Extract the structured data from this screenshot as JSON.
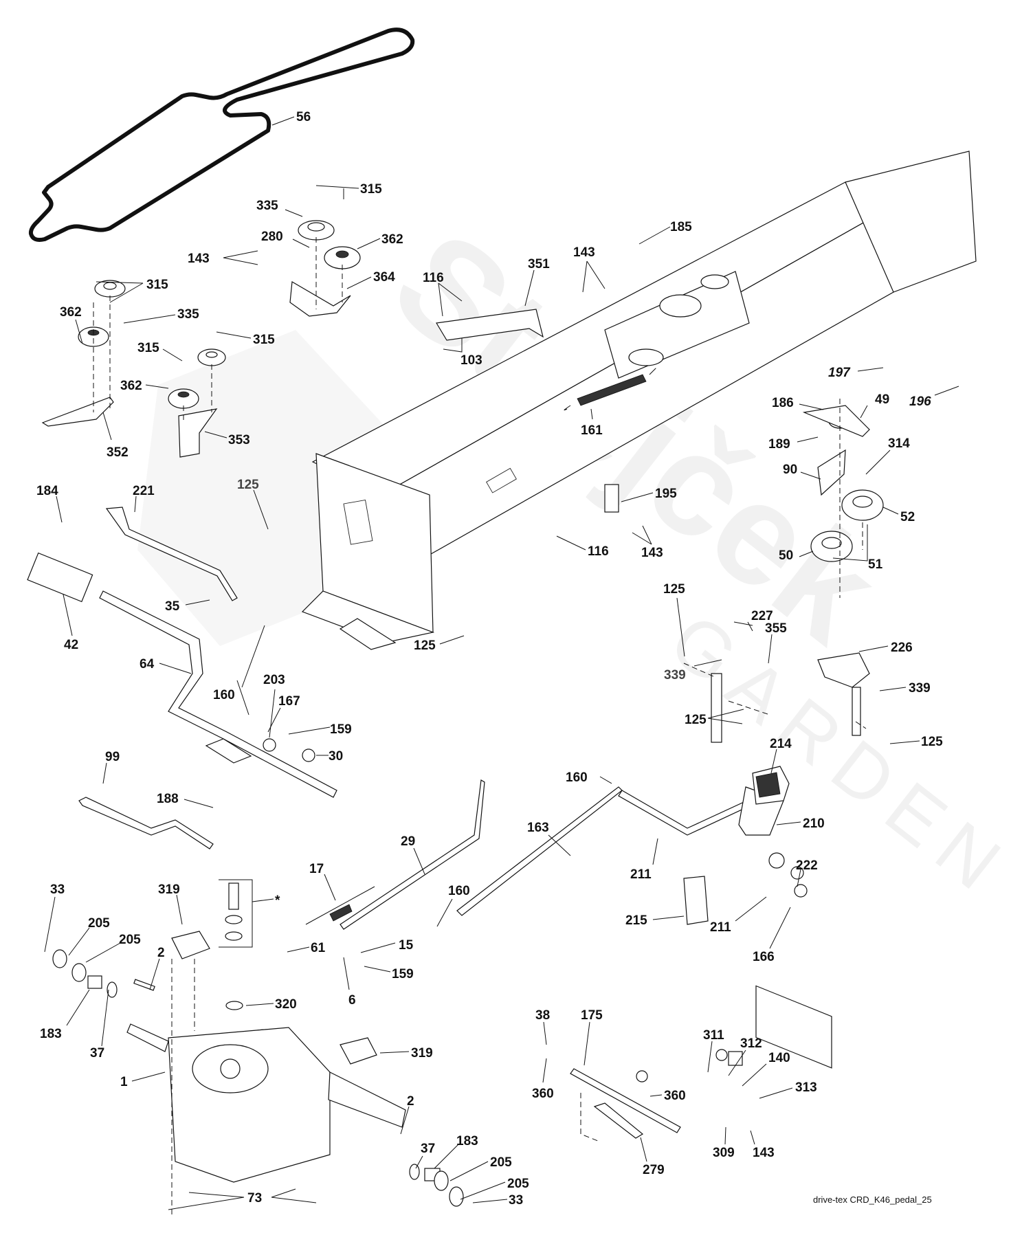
{
  "diagram": {
    "title": "drive-tex CRD_K46_pedal_25",
    "watermark": {
      "brand": "Strejček",
      "sub": "GARDEN"
    },
    "kit_marker": "*",
    "labels": [
      {
        "id": "56",
        "text": "56"
      },
      {
        "id": "315a",
        "text": "315"
      },
      {
        "id": "335a",
        "text": "335"
      },
      {
        "id": "280",
        "text": "280"
      },
      {
        "id": "362a",
        "text": "362"
      },
      {
        "id": "143a",
        "text": "143"
      },
      {
        "id": "364",
        "text": "364"
      },
      {
        "id": "315b",
        "text": "315"
      },
      {
        "id": "362b",
        "text": "362"
      },
      {
        "id": "335b",
        "text": "335"
      },
      {
        "id": "315c",
        "text": "315"
      },
      {
        "id": "315d",
        "text": "315"
      },
      {
        "id": "362c",
        "text": "362"
      },
      {
        "id": "352",
        "text": "352"
      },
      {
        "id": "353",
        "text": "353"
      },
      {
        "id": "116a",
        "text": "116"
      },
      {
        "id": "351",
        "text": "351"
      },
      {
        "id": "103",
        "text": "103"
      },
      {
        "id": "143b",
        "text": "143"
      },
      {
        "id": "185",
        "text": "185"
      },
      {
        "id": "161",
        "text": "161"
      },
      {
        "id": "197",
        "text": "197"
      },
      {
        "id": "196",
        "text": "196"
      },
      {
        "id": "186",
        "text": "186"
      },
      {
        "id": "49",
        "text": "49"
      },
      {
        "id": "189",
        "text": "189"
      },
      {
        "id": "314",
        "text": "314"
      },
      {
        "id": "90",
        "text": "90"
      },
      {
        "id": "52",
        "text": "52"
      },
      {
        "id": "50",
        "text": "50"
      },
      {
        "id": "51",
        "text": "51"
      },
      {
        "id": "195",
        "text": "195"
      },
      {
        "id": "143c",
        "text": "143"
      },
      {
        "id": "116b",
        "text": "116"
      },
      {
        "id": "184",
        "text": "184"
      },
      {
        "id": "221",
        "text": "221"
      },
      {
        "id": "125a",
        "text": "125"
      },
      {
        "id": "42",
        "text": "42"
      },
      {
        "id": "35",
        "text": "35"
      },
      {
        "id": "125b",
        "text": "125"
      },
      {
        "id": "64",
        "text": "64"
      },
      {
        "id": "160a",
        "text": "160"
      },
      {
        "id": "203",
        "text": "203"
      },
      {
        "id": "167",
        "text": "167"
      },
      {
        "id": "159a",
        "text": "159"
      },
      {
        "id": "30",
        "text": "30"
      },
      {
        "id": "99",
        "text": "99"
      },
      {
        "id": "188",
        "text": "188"
      },
      {
        "id": "125c",
        "text": "125"
      },
      {
        "id": "227",
        "text": "227"
      },
      {
        "id": "355",
        "text": "355"
      },
      {
        "id": "226",
        "text": "226"
      },
      {
        "id": "339a",
        "text": "339"
      },
      {
        "id": "339b",
        "text": "339"
      },
      {
        "id": "125d",
        "text": "125"
      },
      {
        "id": "125e",
        "text": "125"
      },
      {
        "id": "214",
        "text": "214"
      },
      {
        "id": "160b",
        "text": "160"
      },
      {
        "id": "210",
        "text": "210"
      },
      {
        "id": "211a",
        "text": "211"
      },
      {
        "id": "222",
        "text": "222"
      },
      {
        "id": "215",
        "text": "215"
      },
      {
        "id": "211b",
        "text": "211"
      },
      {
        "id": "166",
        "text": "166"
      },
      {
        "id": "163",
        "text": "163"
      },
      {
        "id": "29",
        "text": "29"
      },
      {
        "id": "17",
        "text": "17"
      },
      {
        "id": "160c",
        "text": "160"
      },
      {
        "id": "15",
        "text": "15"
      },
      {
        "id": "159b",
        "text": "159"
      },
      {
        "id": "6",
        "text": "6"
      },
      {
        "id": "33a",
        "text": "33"
      },
      {
        "id": "205a",
        "text": "205"
      },
      {
        "id": "205b",
        "text": "205"
      },
      {
        "id": "319a",
        "text": "319"
      },
      {
        "id": "2a",
        "text": "2"
      },
      {
        "id": "61",
        "text": "61"
      },
      {
        "id": "320",
        "text": "320"
      },
      {
        "id": "183a",
        "text": "183"
      },
      {
        "id": "37a",
        "text": "37"
      },
      {
        "id": "1",
        "text": "1"
      },
      {
        "id": "319b",
        "text": "319"
      },
      {
        "id": "2b",
        "text": "2"
      },
      {
        "id": "37b",
        "text": "37"
      },
      {
        "id": "183b",
        "text": "183"
      },
      {
        "id": "205c",
        "text": "205"
      },
      {
        "id": "205d",
        "text": "205"
      },
      {
        "id": "33b",
        "text": "33"
      },
      {
        "id": "73",
        "text": "73"
      },
      {
        "id": "38",
        "text": "38"
      },
      {
        "id": "175",
        "text": "175"
      },
      {
        "id": "360a",
        "text": "360"
      },
      {
        "id": "311",
        "text": "311"
      },
      {
        "id": "312",
        "text": "312"
      },
      {
        "id": "140",
        "text": "140"
      },
      {
        "id": "313",
        "text": "313"
      },
      {
        "id": "360b",
        "text": "360"
      },
      {
        "id": "279",
        "text": "279"
      },
      {
        "id": "309",
        "text": "309"
      },
      {
        "id": "143d",
        "text": "143"
      }
    ]
  }
}
